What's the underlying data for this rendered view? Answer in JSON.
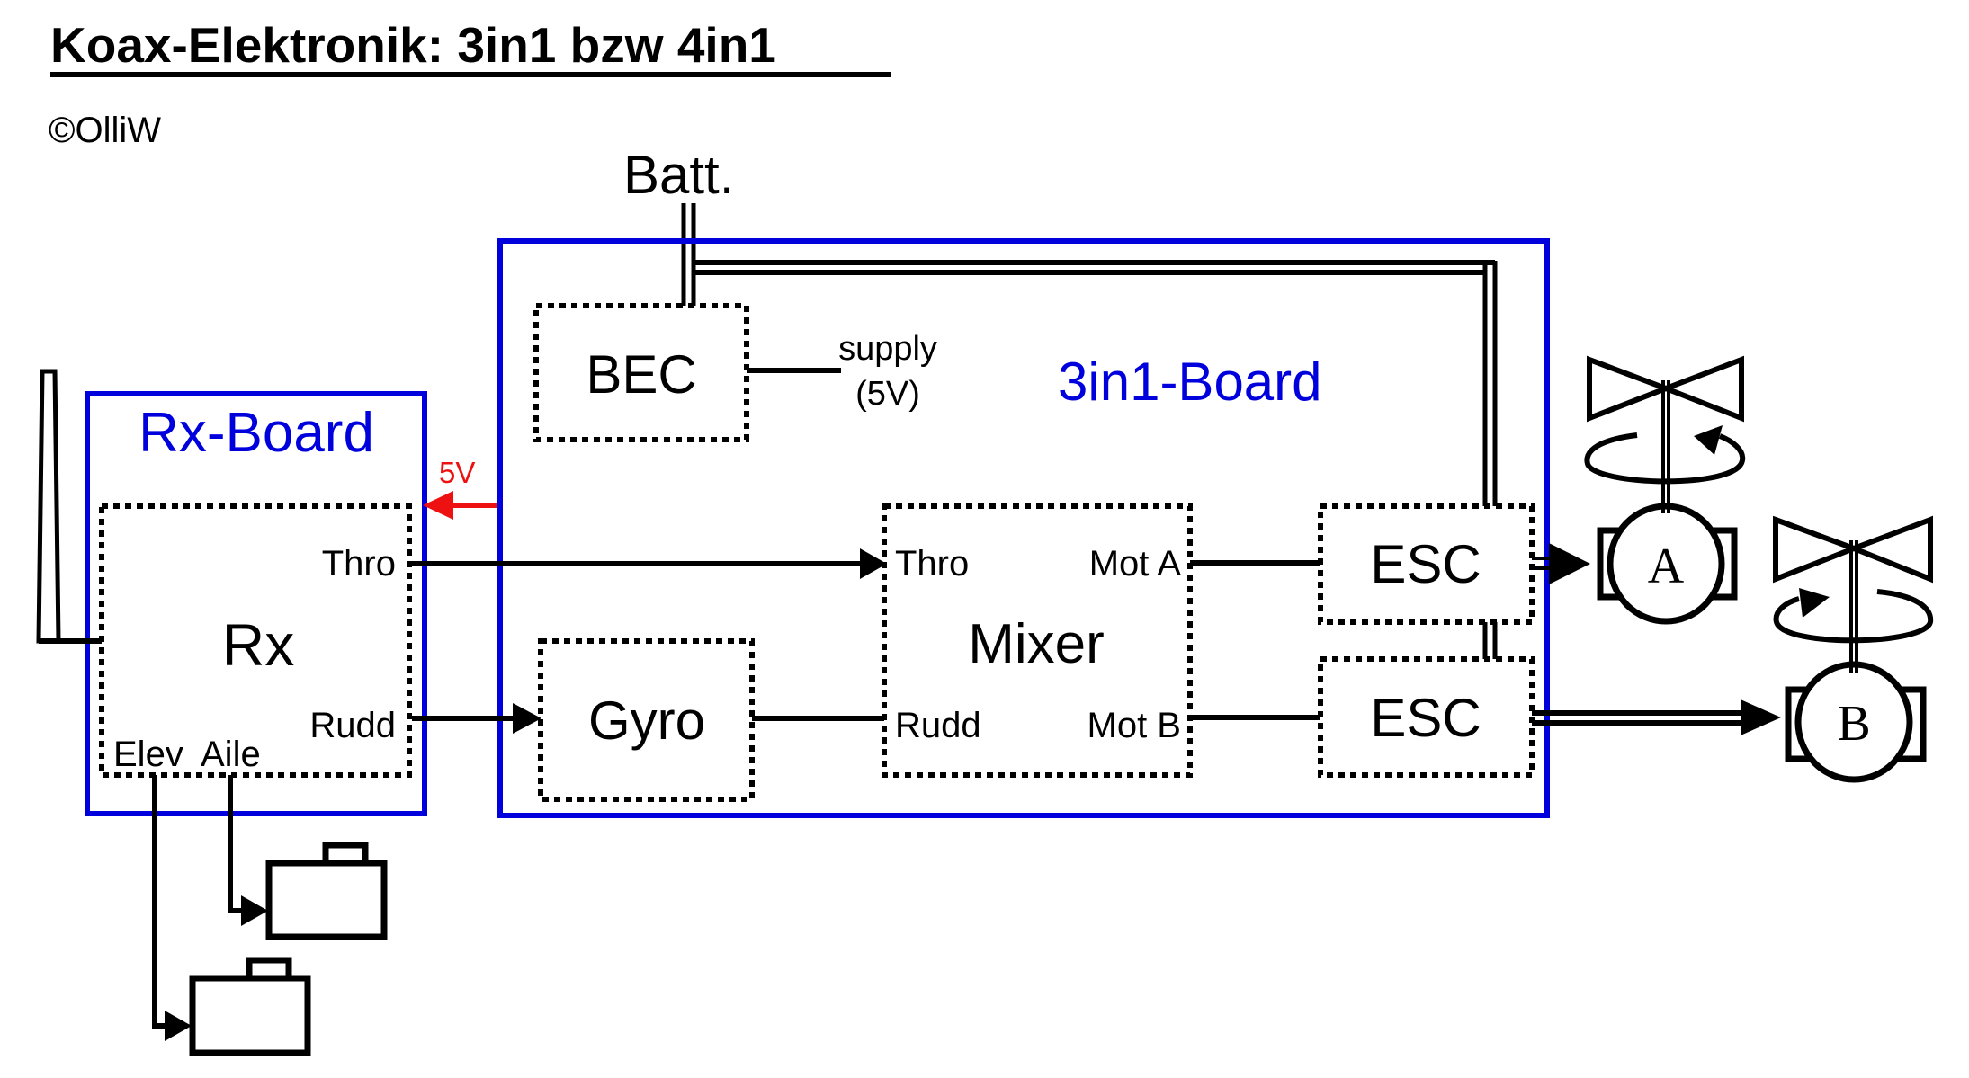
{
  "title": "Koax-Elektronik: 3in1 bzw 4in1",
  "copyright": "©OlliW",
  "colors": {
    "board_outline": "#0000dd",
    "board_label": "#0000dd",
    "power_5v": "#ee1111",
    "lines": "#000000"
  },
  "battery": {
    "label": "Batt."
  },
  "rx_board": {
    "label": "Rx-Board",
    "rx": {
      "label": "Rx",
      "ports": {
        "thro": "Thro",
        "rudd": "Rudd",
        "elev": "Elev",
        "aile": "Aile"
      }
    },
    "antenna_icon": "antenna-icon",
    "power_in_label": "5V"
  },
  "board_3in1": {
    "label": "3in1-Board",
    "bec": {
      "label": "BEC",
      "supply_label": "supply",
      "supply_voltage": "(5V)"
    },
    "gyro": {
      "label": "Gyro"
    },
    "mixer": {
      "label": "Mixer",
      "inputs": {
        "thro": "Thro",
        "rudd": "Rudd"
      },
      "outputs": {
        "mot_a": "Mot A",
        "mot_b": "Mot B"
      }
    },
    "esc_a": {
      "label": "ESC"
    },
    "esc_b": {
      "label": "ESC"
    }
  },
  "motors": [
    {
      "label": "A",
      "rotation": "counter-clockwise",
      "icon": "motor-icon",
      "propeller_icon": "propeller-icon"
    },
    {
      "label": "B",
      "rotation": "clockwise",
      "icon": "motor-icon",
      "propeller_icon": "propeller-icon"
    }
  ],
  "servos": [
    {
      "connected_to": "Aile",
      "icon": "servo-icon"
    },
    {
      "connected_to": "Elev",
      "icon": "servo-icon"
    }
  ]
}
